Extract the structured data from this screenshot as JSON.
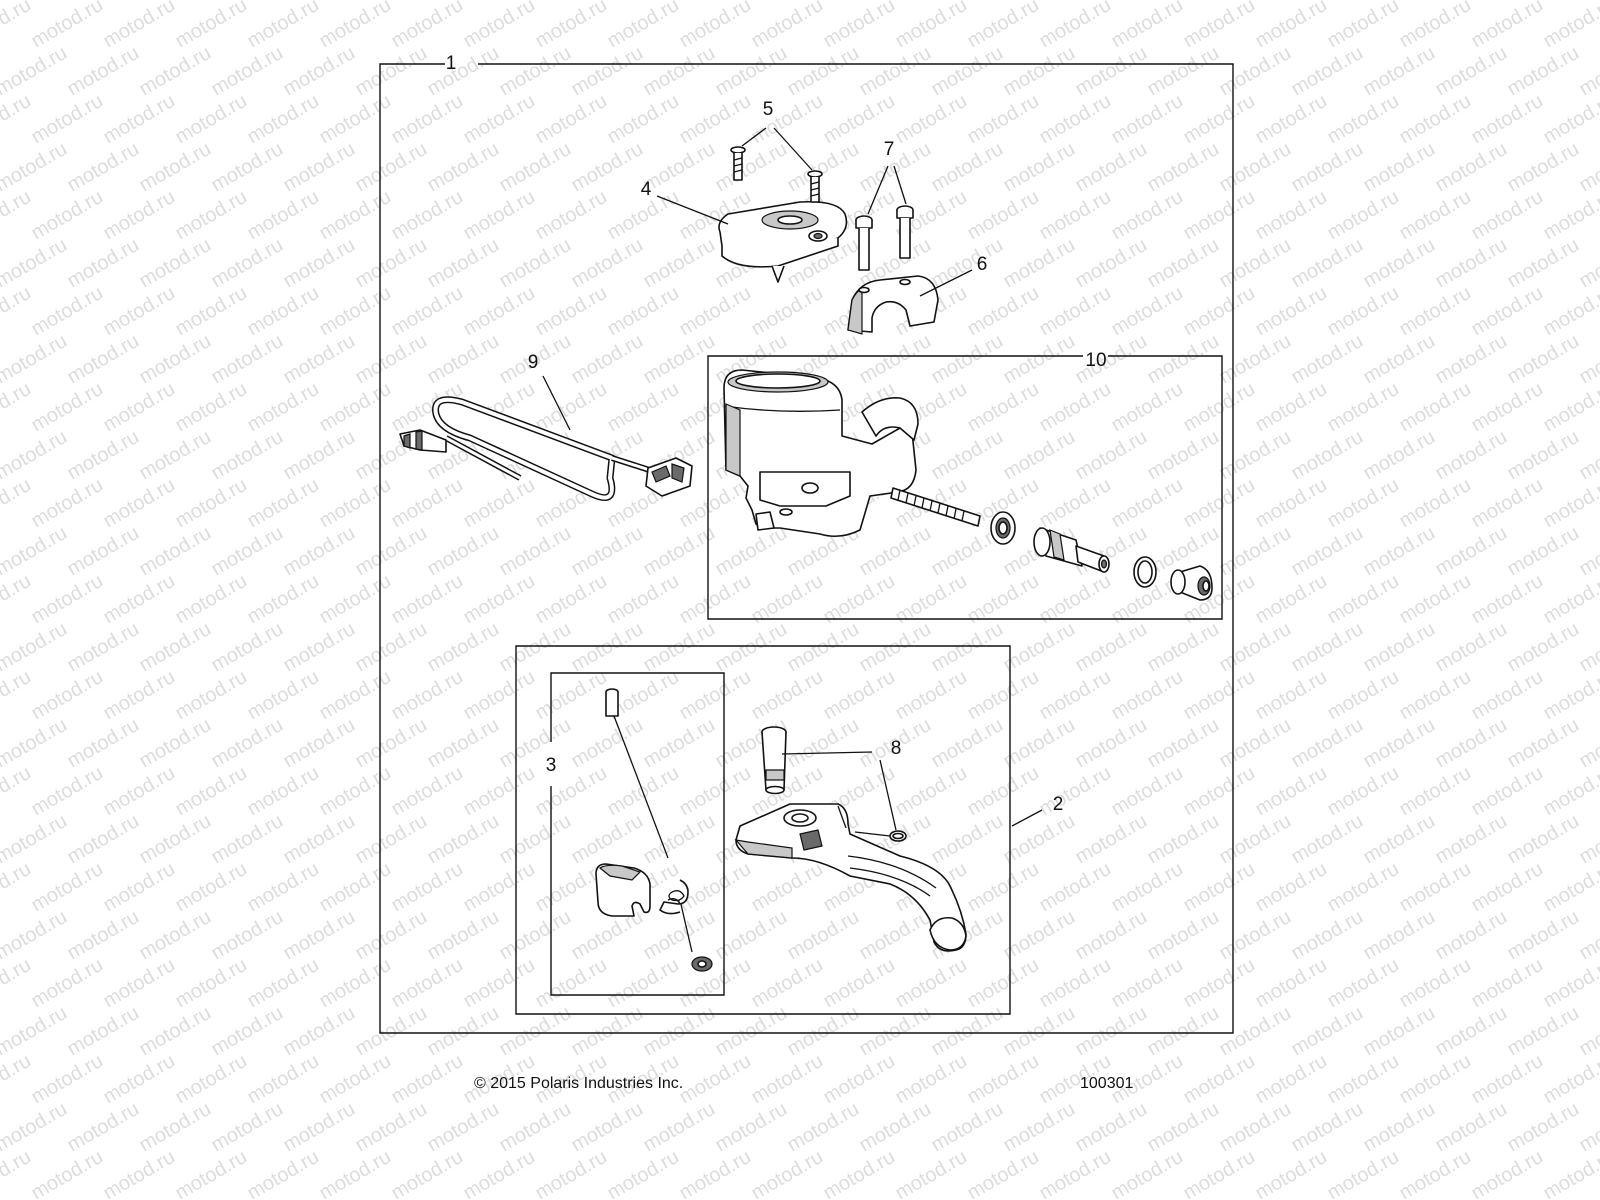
{
  "watermark": {
    "text": "motod.ru",
    "color": "#dcdcdc"
  },
  "callouts": {
    "c1": "1",
    "c2": "2",
    "c3": "3",
    "c4": "4",
    "c5": "5",
    "c6": "6",
    "c7": "7",
    "c8": "8",
    "c9": "9",
    "c10": "10"
  },
  "footer": {
    "copyright": "© 2015 Polaris Industries Inc.",
    "diagram_number": "100301"
  }
}
